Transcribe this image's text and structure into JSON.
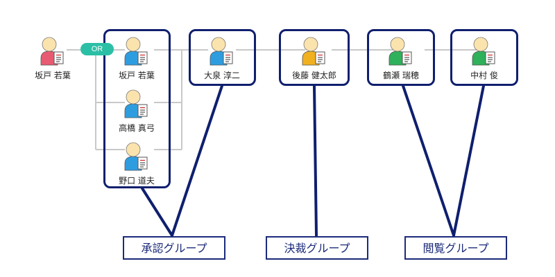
{
  "colors": {
    "frame": "#0f1f6e",
    "connector": "#c8c8c8",
    "or_pill": "#2bbfa6",
    "person_red": "#e85a72",
    "person_blue": "#2e9de0",
    "person_orange": "#f0b020",
    "person_green": "#2fb05a",
    "skin": "#fbe3ad",
    "label_text": "#1b2a7a"
  },
  "requester": {
    "name": "坂戸 若葉",
    "color": "person_red"
  },
  "or_badge": "OR",
  "approval_members": [
    {
      "name": "坂戸 若葉",
      "color": "person_blue"
    },
    {
      "name": "高橋 真弓",
      "color": "person_blue"
    },
    {
      "name": "野口 道夫",
      "color": "person_blue"
    }
  ],
  "approver2": {
    "name": "大泉 淳二",
    "color": "person_blue"
  },
  "decision_member": {
    "name": "後藤 健太郎",
    "color": "person_orange"
  },
  "viewers": [
    {
      "name": "鶴瀬 瑞穂",
      "color": "person_green"
    },
    {
      "name": "中村 俊",
      "color": "person_green"
    }
  ],
  "groups": {
    "approval": "承認グループ",
    "decision": "決裁グループ",
    "viewing": "閲覧グループ"
  }
}
